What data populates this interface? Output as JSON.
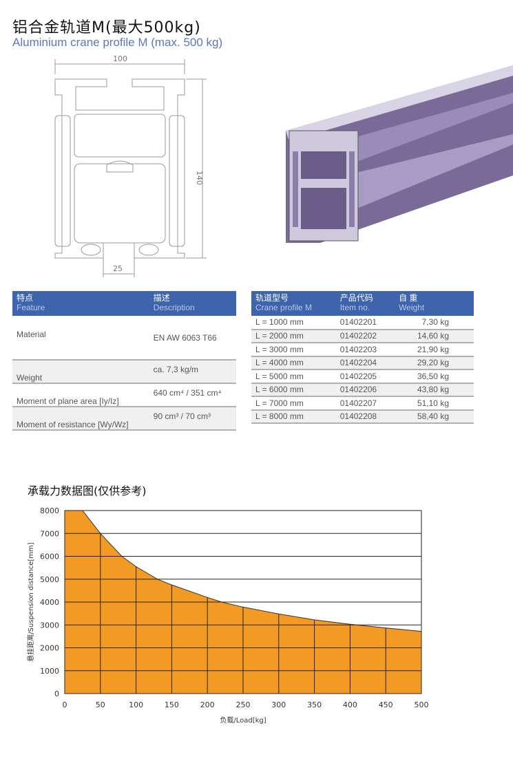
{
  "header": {
    "title_cn": "铝合金轨道M(最大500kg)",
    "title_en": "Aluminium crane profile M (max. 500 kg)"
  },
  "drawing": {
    "width_label": "100",
    "height_label": "140",
    "slot_label": "25"
  },
  "feature_table": {
    "headers": [
      {
        "cn": "特点",
        "en": "Feature"
      },
      {
        "cn": "描述",
        "en": "Description"
      }
    ],
    "rows": [
      {
        "feature": "Material",
        "description": "EN AW 6063 T66"
      },
      {
        "feature": "Weight",
        "description": "ca. 7,3 kg/m"
      },
      {
        "feature": "Moment of plane area [Iy/Iz]",
        "description": "640 cm⁴ / 351 cm⁴"
      },
      {
        "feature": "Moment of resistance [Wy/Wz]",
        "description": "90 cm³ / 70 cm³"
      }
    ]
  },
  "profile_table": {
    "headers": [
      {
        "cn": "轨道型号",
        "en": "Crane profile M"
      },
      {
        "cn": "产品代码",
        "en": "Item no."
      },
      {
        "cn": "自 重",
        "en": "Weight"
      }
    ],
    "rows": [
      [
        "L = 1000 mm",
        "01402201",
        "7,30 kg"
      ],
      [
        "L = 2000 mm",
        "01402202",
        "14,60 kg"
      ],
      [
        "L = 3000 mm",
        "01402203",
        "21,90 kg"
      ],
      [
        "L = 4000 mm",
        "01402204",
        "29,20 kg"
      ],
      [
        "L = 5000 mm",
        "01402205",
        "36,50 kg"
      ],
      [
        "L = 6000 mm",
        "01402206",
        "43,80 kg"
      ],
      [
        "L = 7000 mm",
        "01402207",
        "51,10 kg"
      ],
      [
        "L = 8000 mm",
        "01402208",
        "58,40 kg"
      ]
    ]
  },
  "chart_data": {
    "type": "area",
    "title": "承载力数据图(仅供参考)",
    "xlabel": "负载/Load[kg]",
    "ylabel": "悬挂距离/Suspension distance[mm]",
    "xlim": [
      0,
      500
    ],
    "ylim": [
      0,
      8000
    ],
    "xticks": [
      0,
      50,
      100,
      150,
      200,
      250,
      300,
      350,
      400,
      450,
      500
    ],
    "yticks": [
      0,
      1000,
      2000,
      3000,
      4000,
      5000,
      6000,
      7000,
      8000
    ],
    "grid": true,
    "fill_color": "#f39a24",
    "x": [
      0,
      25,
      50,
      80,
      100,
      130,
      150,
      200,
      220,
      250,
      300,
      350,
      400,
      450,
      500
    ],
    "y": [
      8000,
      8000,
      7000,
      6000,
      5550,
      5000,
      4750,
      4200,
      4000,
      3780,
      3480,
      3220,
      3030,
      2870,
      2720
    ]
  }
}
